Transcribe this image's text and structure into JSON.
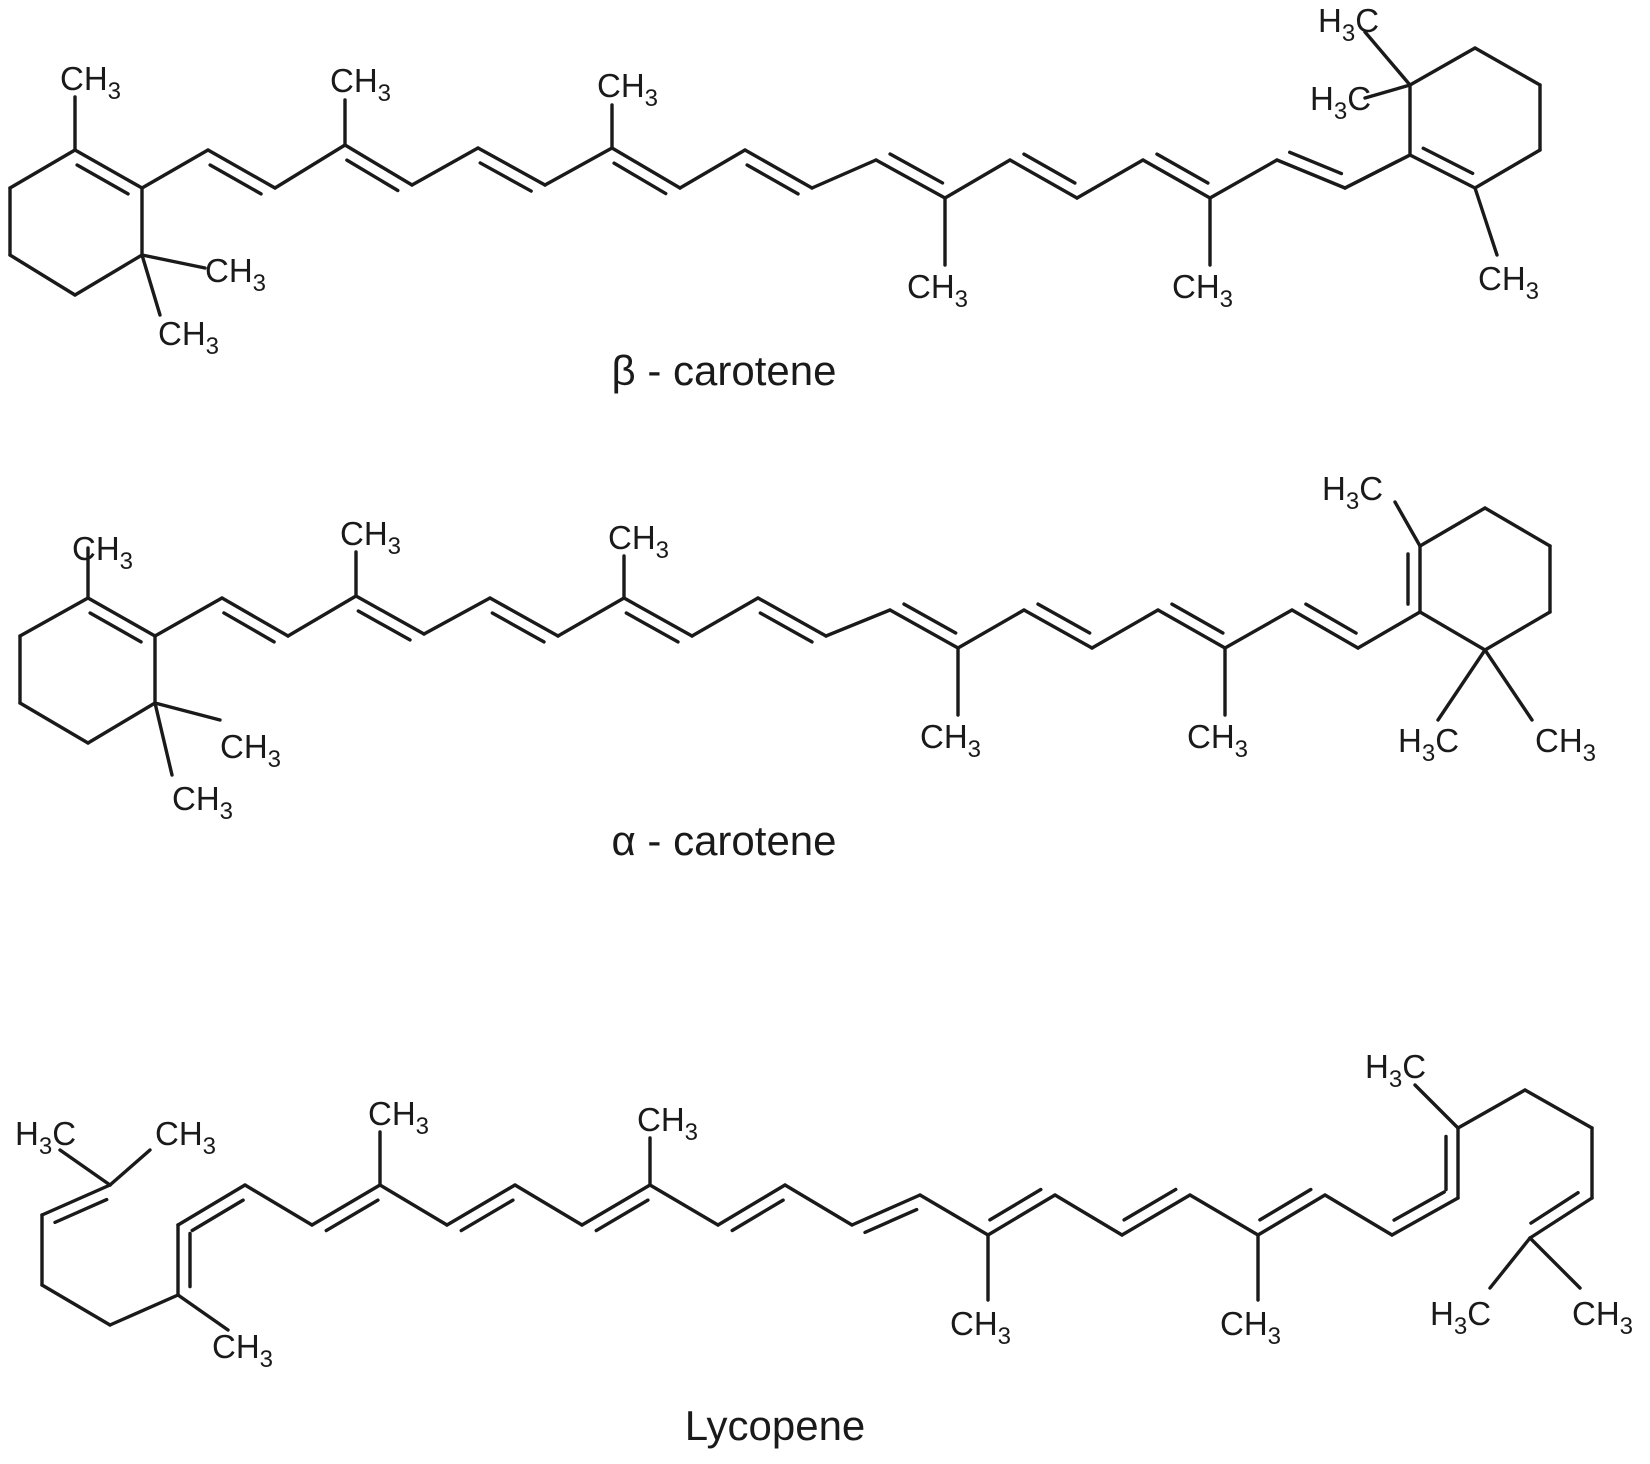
{
  "molecules": [
    {
      "name": "β - carotene",
      "group_label": "CH3",
      "group_label_left": "H3C"
    },
    {
      "name": "α - carotene",
      "group_label": "CH3",
      "group_label_left": "H3C"
    },
    {
      "name": "Lycopene",
      "group_label": "CH3",
      "group_label_left": "H3C"
    }
  ],
  "colors": {
    "ink": "#1a1a1a",
    "background": "#ffffff"
  }
}
